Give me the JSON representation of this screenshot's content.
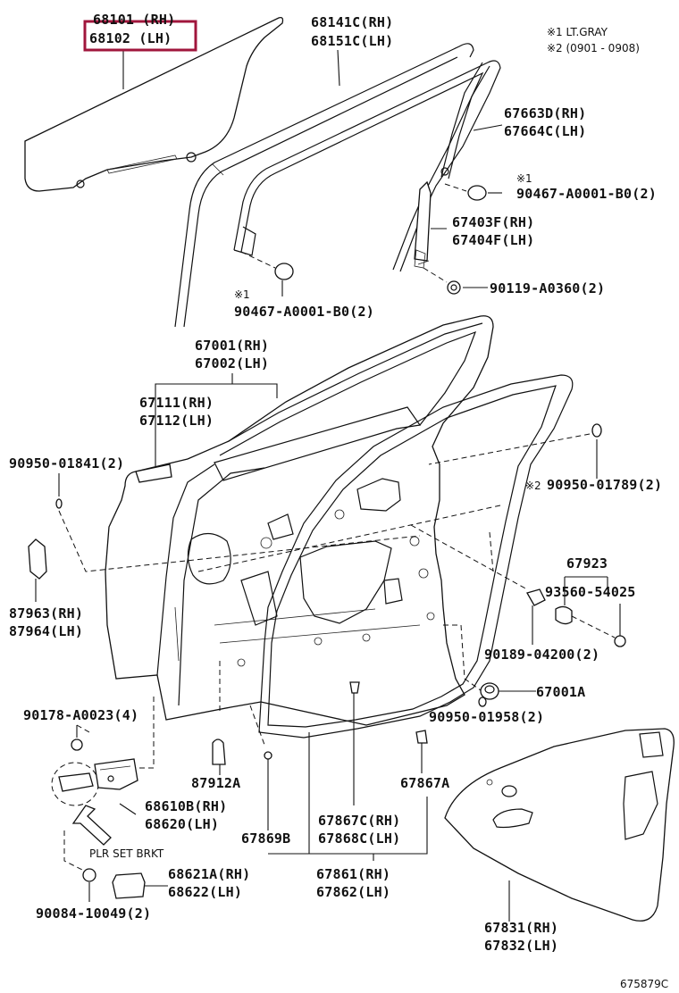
{
  "legend": {
    "note1": "※1 LT.GRAY",
    "note2": "※2 (0901 - 0908)"
  },
  "highlight_color": "#a0163c",
  "labels": {
    "glass_rh": "68101 (RH)",
    "glass_lh": "68102 (LH)",
    "run_rh": "68141C(RH)",
    "run_lh": "68151C(LH)",
    "garnish_rh": "67663D(RH)",
    "garnish_lh": "67664C(LH)",
    "clip_mark_right": "※1",
    "clip_right": "90467-A0001-B0(2)",
    "frame_rh": "67403F(RH)",
    "frame_lh": "67404F(LH)",
    "screw_right": "90119-A0360(2)",
    "clip_mark_left": "※1",
    "clip_left": "90467-A0001-B0(2)",
    "door_rh": "67001(RH)",
    "door_lh": "67002(LH)",
    "panel_rh": "67111(RH)",
    "panel_lh": "67112(LH)",
    "plug_left": "90950-01841(2)",
    "plug_right_mark": "※2",
    "plug_right": "90950-01789(2)",
    "pad_rh": "87963(RH)",
    "pad_lh": "87964(LH)",
    "stopper": "67923",
    "cushion": "93560-54025",
    "screw_90189": "90189-04200(2)",
    "bumper": "67001A",
    "bolt_90178": "90178-A0023(4)",
    "plug_90950_01958": "90950-01958(2)",
    "clip_87912": "87912A",
    "clip_67867a": "67867A",
    "checker_rh": "68610B(RH)",
    "checker_lh": "68620(LH)",
    "seal_67869b": "67869B",
    "seal_rh": "67867C(RH)",
    "seal_lh": "67868C(LH)",
    "plr_set": "PLR SET BRKT",
    "bracket_rh": "68621A(RH)",
    "bracket_lh": "68622(LH)",
    "bolt_90084": "90084-10049(2)",
    "weather_rh": "67861(RH)",
    "weather_lh": "67862(LH)",
    "trim_rh": "67831(RH)",
    "trim_lh": "67832(LH)",
    "diagram_id": "675879C"
  }
}
